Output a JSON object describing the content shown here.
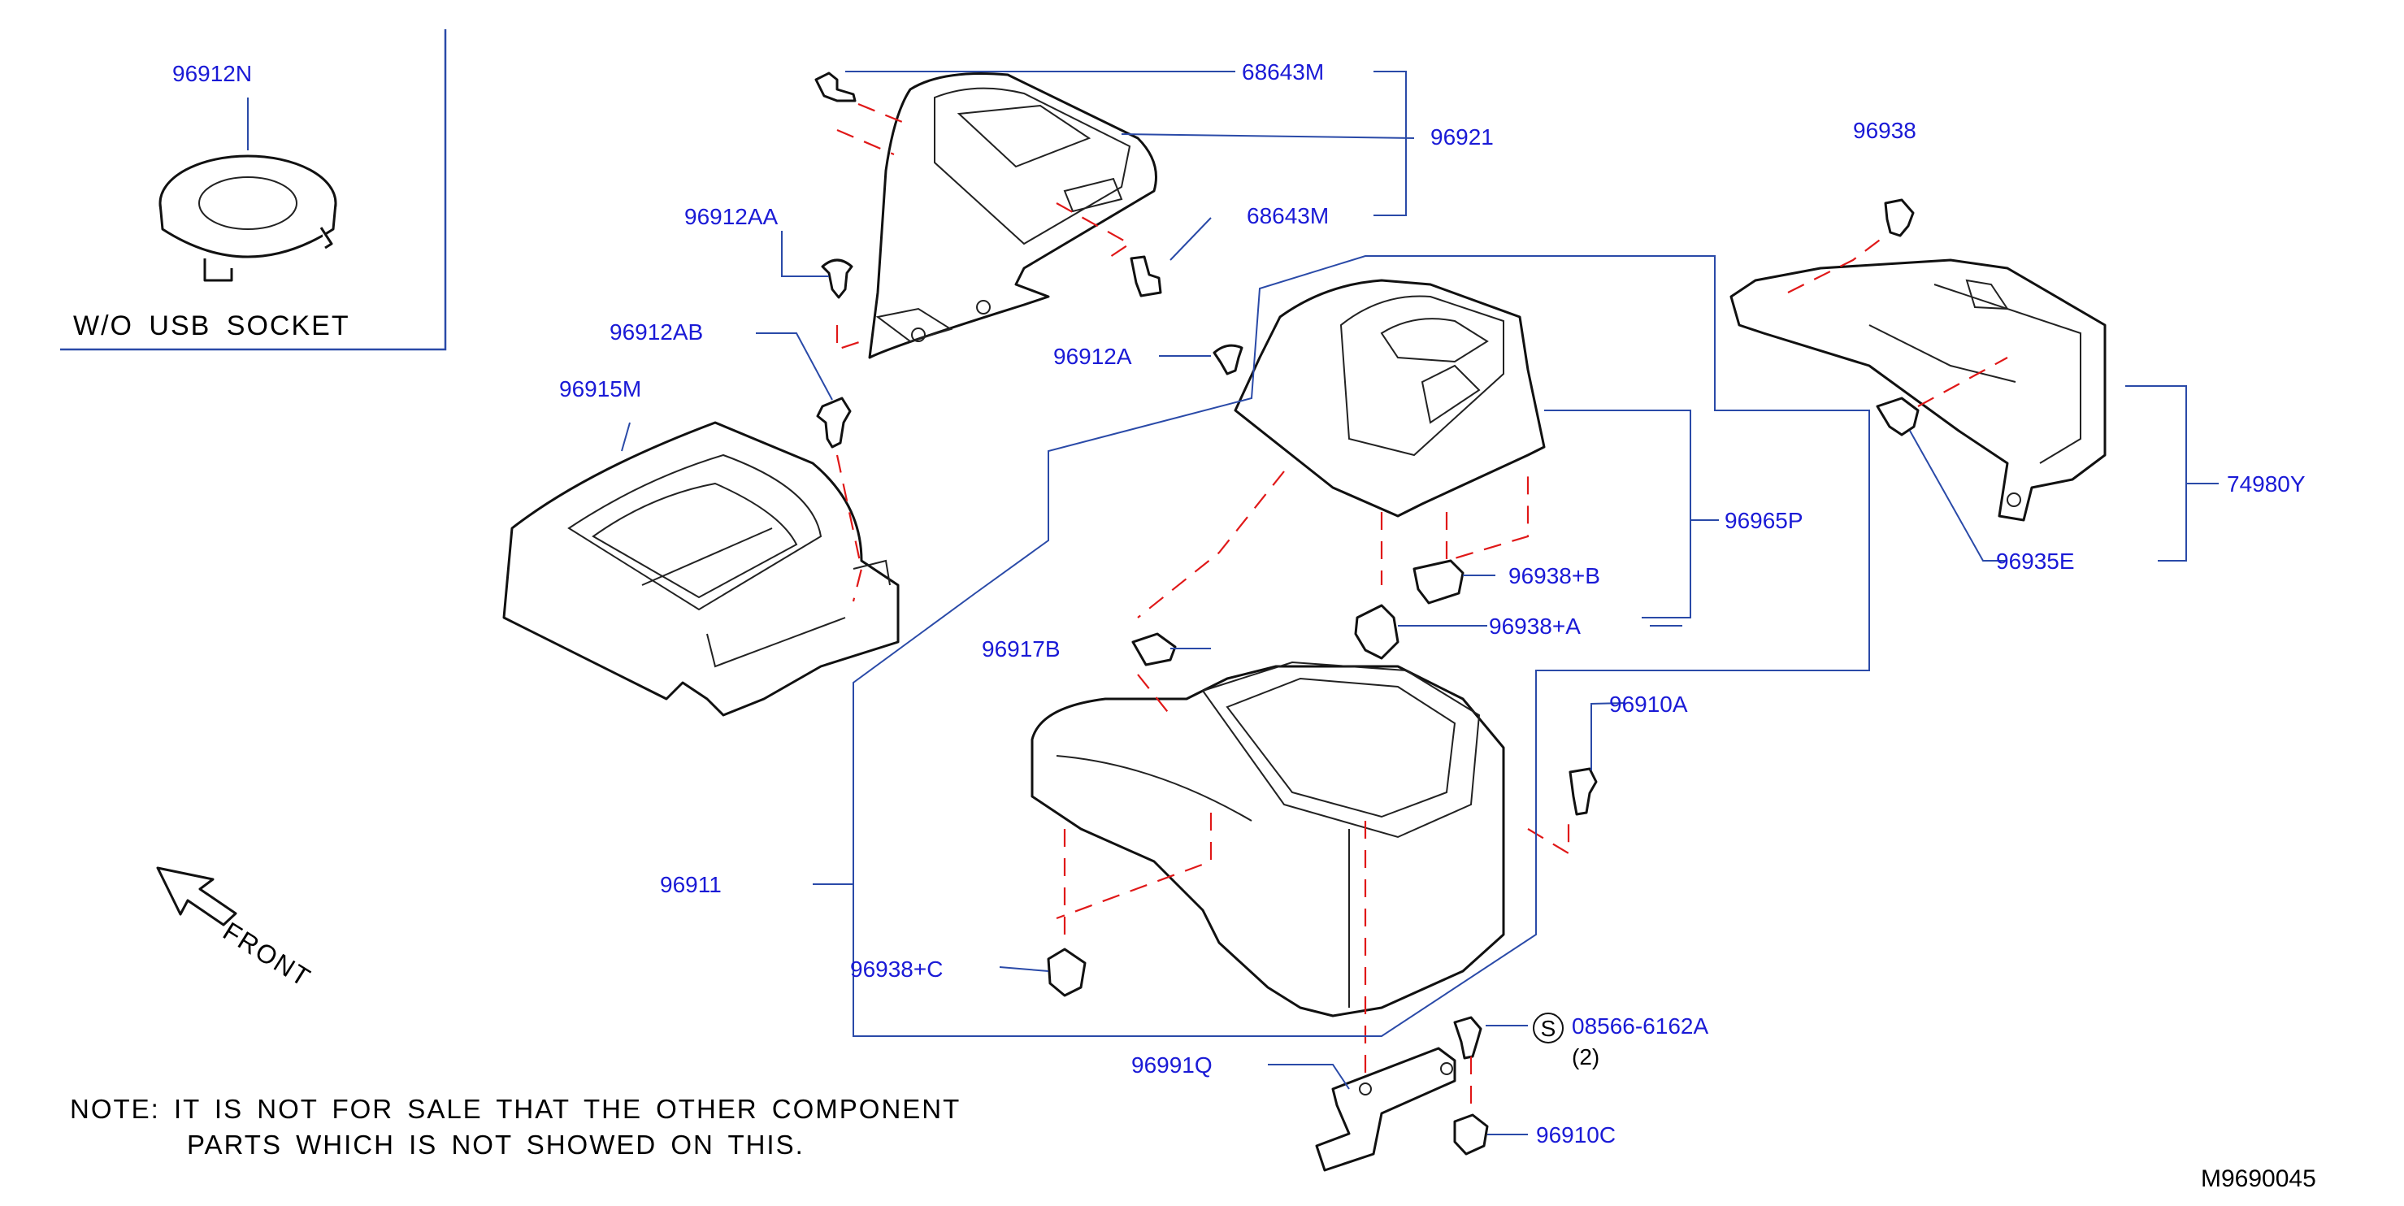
{
  "parts": {
    "p96912N": "96912N",
    "p68643M_top": "68643M",
    "p96921": "96921",
    "p68643M_mid": "68643M",
    "p96912AA": "96912AA",
    "p96938": "96938",
    "p96912AB": "96912AB",
    "p96912A": "96912A",
    "p96915M": "96915M",
    "p74980Y": "74980Y",
    "p96965P": "96965P",
    "p96935E": "96935E",
    "p96938B": "96938+B",
    "p96938A": "96938+A",
    "p96917B": "96917B",
    "p96910A": "96910A",
    "p96911": "96911",
    "p96938C": "96938+C",
    "p08566": "08566-6162A",
    "qty2": "(2)",
    "p96991Q": "96991Q",
    "p96910C": "96910C"
  },
  "text": {
    "wo_usb": "W/O   USB   SOCKET",
    "front": "FRONT",
    "note_line1": "NOTE:   IT  IS  NOT  FOR  SALE  THAT  THE  OTHER  COMPONENT",
    "note_line2": "PARTS  WHICH  IS  NOT  SHOWED  ON  THIS.",
    "s_mark": "S",
    "diagram_id": "M9690045"
  },
  "colors": {
    "label": "#1a1ad6",
    "leader": "#2a4aa8",
    "cut_line": "#e01818",
    "outline": "#111111"
  }
}
